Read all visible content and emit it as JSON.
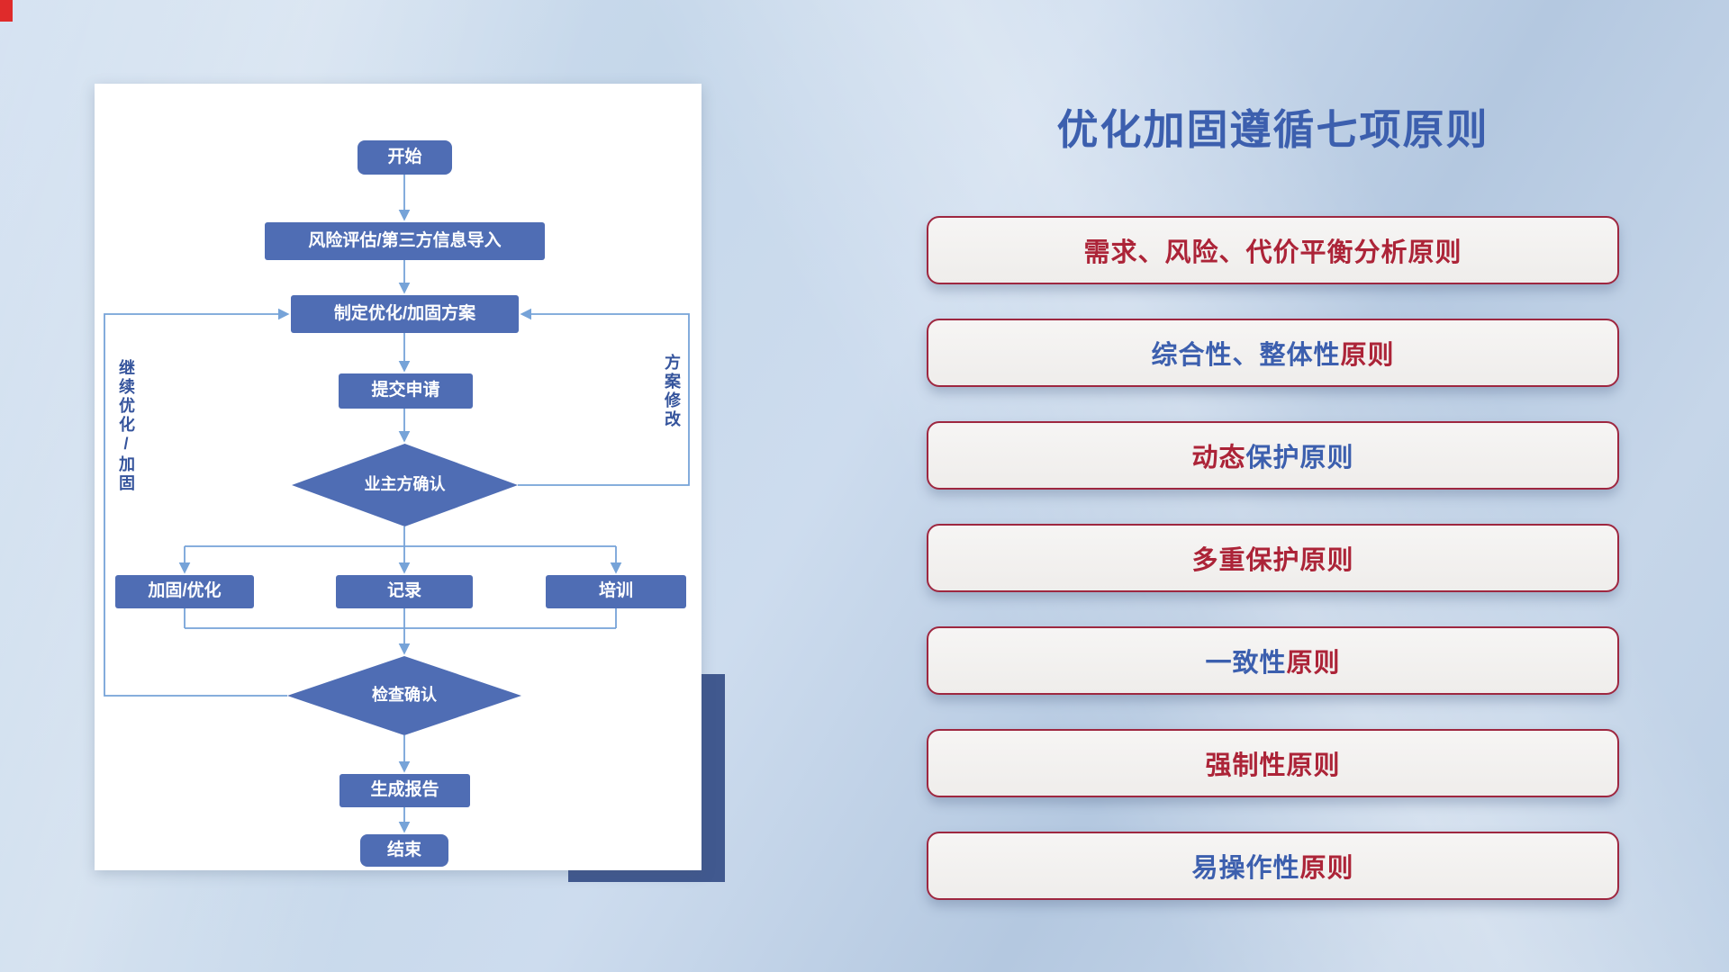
{
  "slide": {
    "title": "优化加固遵循七项原则"
  },
  "colors": {
    "title_blue": "#3c5fae",
    "node_blue": "#4f6db4",
    "connector_blue": "#76a3d8",
    "principle_red": "#ac2438",
    "principle_border": "#9e2740",
    "row_background": "#f1efed",
    "card_shadow_navy": "#41598f"
  },
  "flowchart": {
    "nodes": {
      "start": "开始",
      "risk_import": "风险评估/第三方信息导入",
      "make_plan": "制定优化/加固方案",
      "submit": "提交申请",
      "owner_confirm": "业主方确认",
      "reinforce": "加固/优化",
      "record": "记录",
      "training": "培训",
      "check_confirm": "检查确认",
      "report": "生成报告",
      "end": "结束"
    },
    "loop_labels": {
      "left": "继续优化/加固",
      "right": "方案修改"
    }
  },
  "principles": {
    "items": [
      {
        "segments": [
          {
            "text": "需求、风险、代价平衡分析原则",
            "color": "red"
          }
        ]
      },
      {
        "segments": [
          {
            "text": "综合性、整体性",
            "color": "blue"
          },
          {
            "text": "原则",
            "color": "red"
          }
        ]
      },
      {
        "segments": [
          {
            "text": "动态",
            "color": "red"
          },
          {
            "text": "保护原则",
            "color": "blue"
          }
        ]
      },
      {
        "segments": [
          {
            "text": "多重保护原则",
            "color": "red"
          }
        ]
      },
      {
        "segments": [
          {
            "text": "一致性",
            "color": "blue"
          },
          {
            "text": "原则",
            "color": "red"
          }
        ]
      },
      {
        "segments": [
          {
            "text": "强制性原则",
            "color": "red"
          }
        ]
      },
      {
        "segments": [
          {
            "text": "易操作性",
            "color": "blue"
          },
          {
            "text": "原则",
            "color": "red"
          }
        ]
      }
    ]
  }
}
